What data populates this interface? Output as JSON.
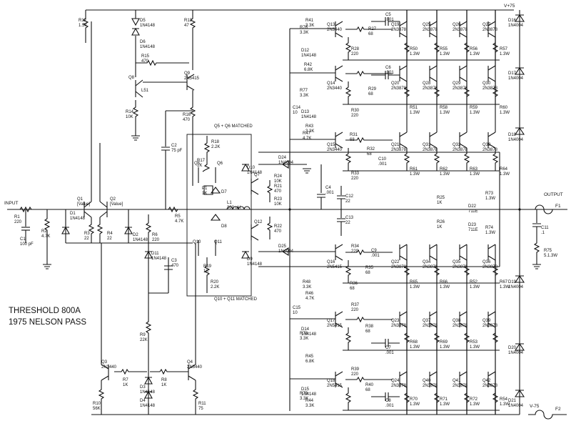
{
  "title": {
    "line1": "THRESHOLD 800A",
    "line2": "1975  NELSON PASS"
  },
  "rails": {
    "pos": "V+75",
    "neg": "V-75"
  },
  "io": {
    "input": "INPUT",
    "output": "OUTPUT",
    "f1": "F1",
    "f2": "F2"
  },
  "notes": {
    "match_a": "Q5 + Q6 MATCHED",
    "match_b": "Q10 + Q11 MATCHED"
  },
  "resistors": [
    {
      "ref": "R1",
      "val": "220"
    },
    {
      "ref": "R2",
      "val": "4.7K"
    },
    {
      "ref": "R3",
      "val": "22"
    },
    {
      "ref": "R4",
      "val": "22"
    },
    {
      "ref": "R5",
      "val": "4.7K"
    },
    {
      "ref": "R6",
      "val": "220"
    },
    {
      "ref": "R7",
      "val": "1K"
    },
    {
      "ref": "R8",
      "val": "1K"
    },
    {
      "ref": "R9",
      "val": "22K"
    },
    {
      "ref": "R10",
      "val": "56K"
    },
    {
      "ref": "R11",
      "val": "75"
    },
    {
      "ref": "R12",
      "val": "1.5K"
    },
    {
      "ref": "R13",
      "val": "47"
    },
    {
      "ref": "R14",
      "val": "10K"
    },
    {
      "ref": "R15",
      "val": "470"
    },
    {
      "ref": "R16",
      "val": "470"
    },
    {
      "ref": "R17",
      "val": "1K"
    },
    {
      "ref": "R18",
      "val": "2.2K"
    },
    {
      "ref": "R19",
      "val": "1K"
    },
    {
      "ref": "R20",
      "val": "2.2K"
    },
    {
      "ref": "R21",
      "val": "470"
    },
    {
      "ref": "R22",
      "val": "470"
    },
    {
      "ref": "R23",
      "val": "10K"
    },
    {
      "ref": "R24",
      "val": "10K"
    },
    {
      "ref": "R25",
      "val": "1K"
    },
    {
      "ref": "R26",
      "val": "1K"
    },
    {
      "ref": "R27",
      "val": "68"
    },
    {
      "ref": "R28",
      "val": "220"
    },
    {
      "ref": "R29",
      "val": "68"
    },
    {
      "ref": "R30",
      "val": "220"
    },
    {
      "ref": "R31",
      "val": "68"
    },
    {
      "ref": "R32",
      "val": "68"
    },
    {
      "ref": "R33",
      "val": "220"
    },
    {
      "ref": "R34",
      "val": "220"
    },
    {
      "ref": "R35",
      "val": "68"
    },
    {
      "ref": "R36",
      "val": "68"
    },
    {
      "ref": "R37",
      "val": "220"
    },
    {
      "ref": "R38",
      "val": "68"
    },
    {
      "ref": "R39",
      "val": "220"
    },
    {
      "ref": "R40",
      "val": "68"
    },
    {
      "ref": "R41",
      "val": "3.3K"
    },
    {
      "ref": "R42",
      "val": "6.8K"
    },
    {
      "ref": "R43",
      "val": "3.3K"
    },
    {
      "ref": "R44",
      "val": "3.3K"
    },
    {
      "ref": "R45",
      "val": "6.8K"
    },
    {
      "ref": "R46",
      "val": "4.7K"
    },
    {
      "ref": "R47",
      "val": "4.7K"
    },
    {
      "ref": "R48",
      "val": "3.3K"
    },
    {
      "ref": "R73",
      "val": "1.3W"
    },
    {
      "ref": "R74",
      "val": "1.3W"
    },
    {
      "ref": "R75",
      "val": "5.1.3W"
    },
    {
      "ref": "R76",
      "val": "3.3K"
    },
    {
      "ref": "R77",
      "val": "3.3K"
    },
    {
      "ref": "R78",
      "val": "3.3K"
    },
    {
      "ref": "R79",
      "val": "3.3K"
    }
  ],
  "emitter_resistors": {
    "val": "1.3W",
    "refs": [
      "R50",
      "R55",
      "R56",
      "R57",
      "R51",
      "R58",
      "R59",
      "R60",
      "R61",
      "R62",
      "R63",
      "R64",
      "R65",
      "R66",
      "R52",
      "R67",
      "R68",
      "R69",
      "R53",
      "R70",
      "R71",
      "R72",
      "R54"
    ]
  },
  "capacitors": [
    {
      "ref": "C1",
      "val": "100 pF"
    },
    {
      "ref": "C2",
      "val": "75 pF"
    },
    {
      "ref": "C3",
      "val": "470"
    },
    {
      "ref": "C4",
      "val": ".001"
    },
    {
      "ref": "C5",
      "val": ".001"
    },
    {
      "ref": "C6",
      "val": ".001"
    },
    {
      "ref": "C7",
      "val": ".001"
    },
    {
      "ref": "C8",
      "val": ".001"
    },
    {
      "ref": "C9",
      "val": ".001"
    },
    {
      "ref": "C10",
      "val": ".001"
    },
    {
      "ref": "C11",
      "val": ".1"
    },
    {
      "ref": "C12",
      "val": "22"
    },
    {
      "ref": "C13",
      "val": "22"
    },
    {
      "ref": "C14",
      "val": "10"
    },
    {
      "ref": "C15",
      "val": "10"
    }
  ],
  "diodes": [
    {
      "ref": "D1",
      "val": "1N4148"
    },
    {
      "ref": "D2",
      "val": "1N4148"
    },
    {
      "ref": "D3",
      "val": "1N4148"
    },
    {
      "ref": "D4",
      "val": "1N4148"
    },
    {
      "ref": "D5",
      "val": "1N4148"
    },
    {
      "ref": "D6",
      "val": "1N4148"
    },
    {
      "ref": "D7",
      "val": ""
    },
    {
      "ref": "D8",
      "val": ""
    },
    {
      "ref": "D9",
      "val": "1N4148"
    },
    {
      "ref": "D10",
      "val": "1N4148"
    },
    {
      "ref": "D11",
      "val": "1N4148"
    },
    {
      "ref": "D12",
      "val": "1N4148"
    },
    {
      "ref": "D13",
      "val": "1N4148"
    },
    {
      "ref": "D14",
      "val": "1N4148"
    },
    {
      "ref": "D15",
      "val": "1N4148"
    },
    {
      "ref": "D16",
      "val": "1N4004"
    },
    {
      "ref": "D17",
      "val": "1N4004"
    },
    {
      "ref": "D18",
      "val": "1N4004"
    },
    {
      "ref": "D19",
      "val": "1N4004"
    },
    {
      "ref": "D20",
      "val": "1N4004"
    },
    {
      "ref": "D21",
      "val": "1N4004"
    },
    {
      "ref": "D22",
      "val": "711E"
    },
    {
      "ref": "D23",
      "val": "711E"
    },
    {
      "ref": "D24",
      "val": "1N4004"
    },
    {
      "ref": "D25",
      "val": "1N4004"
    }
  ],
  "transistors": [
    {
      "ref": "Q1",
      "val": "[Value]"
    },
    {
      "ref": "Q2",
      "val": "[Value]"
    },
    {
      "ref": "Q3",
      "val": "2N3440"
    },
    {
      "ref": "Q4",
      "val": "2N3440"
    },
    {
      "ref": "Q5",
      "val": ""
    },
    {
      "ref": "Q6",
      "val": ""
    },
    {
      "ref": "Q7",
      "val": ""
    },
    {
      "ref": "Q8",
      "val": ""
    },
    {
      "ref": "Q9",
      "val": "2N5415"
    },
    {
      "ref": "Q10",
      "val": ""
    },
    {
      "ref": "Q11",
      "val": ""
    },
    {
      "ref": "Q12",
      "val": ""
    },
    {
      "ref": "Q13",
      "val": "2N3440"
    },
    {
      "ref": "Q14",
      "val": "2N3440"
    },
    {
      "ref": "Q15",
      "val": "2N3440"
    },
    {
      "ref": "Q16",
      "val": "2N5415"
    },
    {
      "ref": "Q17",
      "val": "2N5415"
    },
    {
      "ref": "Q18",
      "val": "2N5415"
    },
    {
      "ref": "Q19",
      "val": "2N3878"
    },
    {
      "ref": "Q20",
      "val": "2N3878"
    },
    {
      "ref": "Q21",
      "val": "2N3878"
    },
    {
      "ref": "Q22",
      "val": "2N3878"
    },
    {
      "ref": "Q23",
      "val": "2N3878"
    },
    {
      "ref": "Q24",
      "val": "2N3878"
    },
    {
      "ref": "Q25",
      "val": "2N3878"
    },
    {
      "ref": "Q26",
      "val": "2N3878"
    },
    {
      "ref": "Q27",
      "val": "2N3878"
    },
    {
      "ref": "Q28",
      "val": "2N3878"
    },
    {
      "ref": "Q29",
      "val": "2N3878"
    },
    {
      "ref": "Q30",
      "val": "2N3878"
    },
    {
      "ref": "Q31",
      "val": "2N3878"
    },
    {
      "ref": "Q32",
      "val": "2N3878"
    },
    {
      "ref": "Q33",
      "val": "2N3878"
    },
    {
      "ref": "Q34",
      "val": "2N3878"
    },
    {
      "ref": "Q35",
      "val": "2N3878"
    },
    {
      "ref": "Q36",
      "val": "2N3878"
    },
    {
      "ref": "Q37",
      "val": "2N3878"
    },
    {
      "ref": "Q38",
      "val": "2N3878"
    },
    {
      "ref": "Q39",
      "val": "2N3878"
    },
    {
      "ref": "Q40",
      "val": "2N3878"
    },
    {
      "ref": "Q41",
      "val": "2N3878"
    },
    {
      "ref": "Q42",
      "val": "2N3878"
    }
  ],
  "misc": [
    {
      "ref": "L1",
      "val": "300 uH"
    },
    {
      "ref": "P1",
      "val": "1K"
    },
    {
      "ref": "L51",
      "val": ""
    }
  ]
}
